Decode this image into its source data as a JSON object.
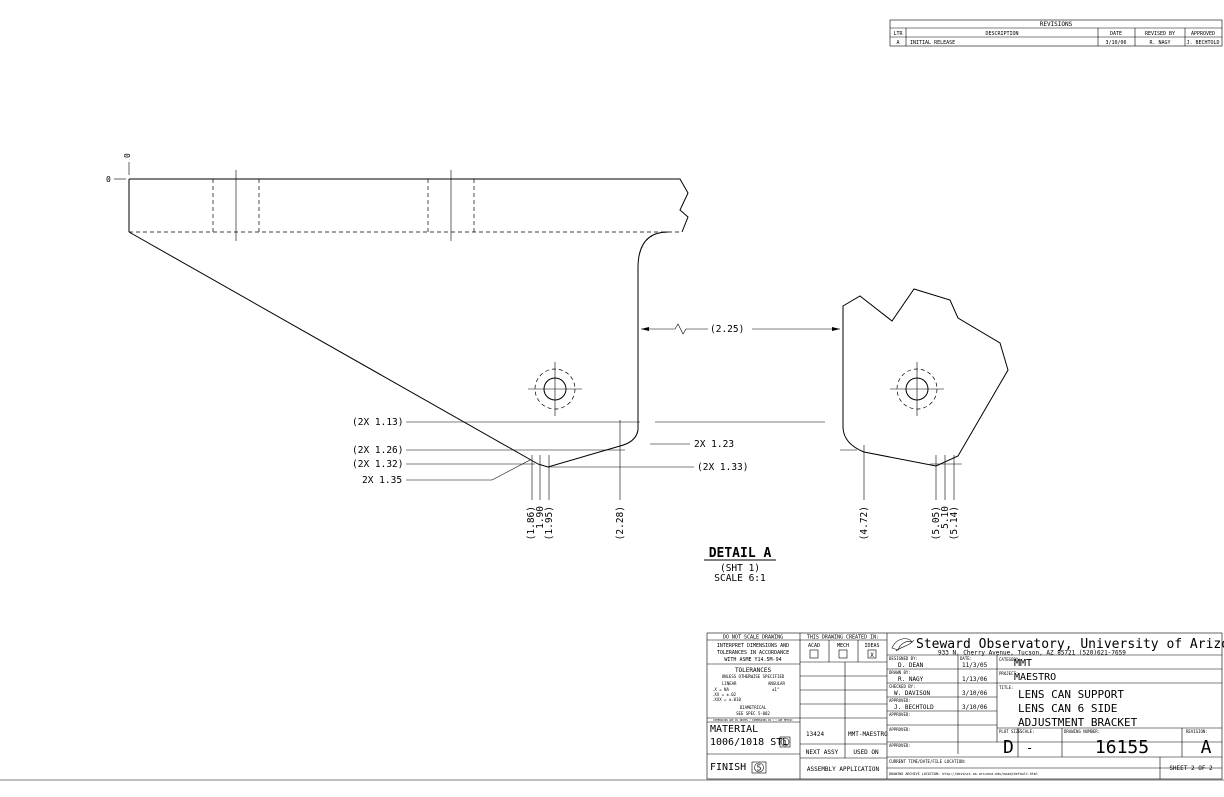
{
  "revisions": {
    "title": "REVISIONS",
    "headers": {
      "ltr": "LTR",
      "description": "DESCRIPTION",
      "date": "DATE",
      "revised_by": "REVISED BY",
      "approved": "APPROVED"
    },
    "rows": [
      {
        "ltr": "A",
        "description": "INITIAL RELEASE",
        "date": "3/10/06",
        "revised_by": "R. NAGY",
        "approved": "J. BECHTOLD"
      }
    ]
  },
  "drawing": {
    "zero_x": "0",
    "zero_y": "0",
    "dims": {
      "gap": "(2.25)",
      "d113": "(2X 1.13)",
      "d126": "(2X 1.26)",
      "d132": "(2X 1.32)",
      "d135": "2X 1.35",
      "d123": "2X 1.23",
      "d133": "(2X 1.33)",
      "v186": "(1.86)",
      "v190": "1.90",
      "v195": "(1.95)",
      "v228": "(2.28)",
      "v472": "(4.72)",
      "v505": "(5.05)",
      "v510": "5.10",
      "v514": "(5.14)"
    },
    "detail_title": "DETAIL A",
    "detail_sheet": "(SHT 1)",
    "detail_scale": "SCALE 6:1"
  },
  "title_block": {
    "notes": {
      "no_scale": "DO NOT SCALE DRAWING",
      "interpret1": "INTERPRET DIMENSIONS AND",
      "interpret2": "TOLERANCES IN ACCORDANCE",
      "interpret3": "WITH ASME Y14.5M-94",
      "tolerances": "TOLERANCES",
      "unless": "UNLESS OTHERWISE SPECIFIED",
      "linear": "LINEAR",
      "angular": "ANGULAR",
      "tol_x": ".X   = NA",
      "tol_xx": ".XX  = ±.02",
      "tol_xxx": ".XXX = ±.010",
      "tol_ang": "±1°",
      "diametrical": "DIAMETRICAL",
      "spec": "SEE SPEC 5-002",
      "fine_print": "DIMENSIONS ARE IN INCHES / DIMENSIONS IN [ ] ARE METRIC"
    },
    "material_label": "MATERIAL",
    "material_value": "1006/1018 STL",
    "material_note": "1",
    "finish_label": "FINISH",
    "finish_note": "5",
    "created_in": {
      "label": "THIS DRAWING CREATED IN:",
      "options": [
        "ACAD",
        "MECH",
        "IDEAS"
      ],
      "checked": "X"
    },
    "next_assy_number": "13424",
    "used_on_value": "MMT-MAESTRO",
    "next_assy_label": "NEXT ASSY",
    "used_on_label": "USED ON",
    "assembly_application": "ASSEMBLY APPLICATION",
    "org": "Steward Observatory, University of Arizona",
    "address": "933 N. Cherry Avenue, Tucson, AZ  85721   (520)621-7659",
    "designed_by_label": "DESIGNED BY:",
    "designed_by": "D. DEAN",
    "date_label": "DATE:",
    "designed_date": "11/3/05",
    "drawn_by_label": "DRAWN BY:",
    "drawn_by": "R. NAGY",
    "drawn_date": "1/13/06",
    "checked_by_label": "CHECKED BY:",
    "checked_by": "W. DAVISON",
    "checked_date": "3/10/06",
    "approved_label": "APPROVED:",
    "approved_by": "J. BECHTOLD",
    "approved_date": "3/10/06",
    "category_label": "CATEGORY:",
    "category": "MMT",
    "project_label": "PROJECT:",
    "project": "MAESTRO",
    "title_label": "TITLE:",
    "title_lines": [
      "LENS CAN SUPPORT",
      "LENS CAN 6 SIDE",
      "ADJUSTMENT BRACKET"
    ],
    "plot_size_label": "PLOT SIZE",
    "plot_size": "D",
    "scale_label": "SCALE:",
    "scale": "-",
    "drawing_number_label": "DRAWING NUMBER:",
    "drawing_number": "16155",
    "revision_label": "REVISION:",
    "revision": "A",
    "current_time_label": "CURRENT TIME/DATE/FILE LOCATION:",
    "archive_label": "DRAWING ARCHIVE LOCATION: http://devinci.as.arizona.edu/mcad/default.html",
    "sheet": "SHEET 2 OF 2"
  }
}
